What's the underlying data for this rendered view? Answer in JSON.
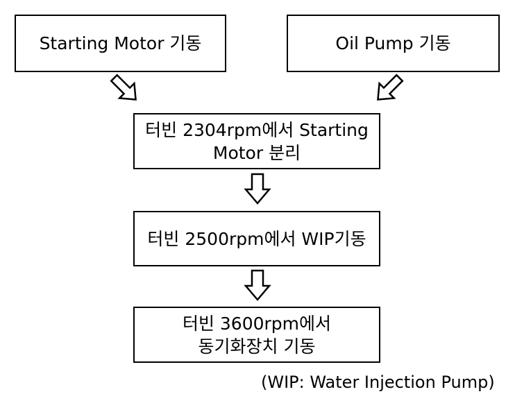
{
  "steps": {
    "starting_motor": "Starting Motor 기동",
    "oil_pump": "Oil Pump 기동",
    "separate_line1": "터빈 2304rpm에서 Starting",
    "separate_line2": "Motor 분리",
    "wip_start": "터빈 2500rpm에서 WIP기동",
    "sync_line1": "터빈 3600rpm에서",
    "sync_line2": "동기화장치 기동"
  },
  "footnote": "(WIP: Water Injection Pump)",
  "arrows": [
    "arrow-icon",
    "arrow-icon",
    "down-arrow-icon",
    "down-arrow-icon"
  ]
}
